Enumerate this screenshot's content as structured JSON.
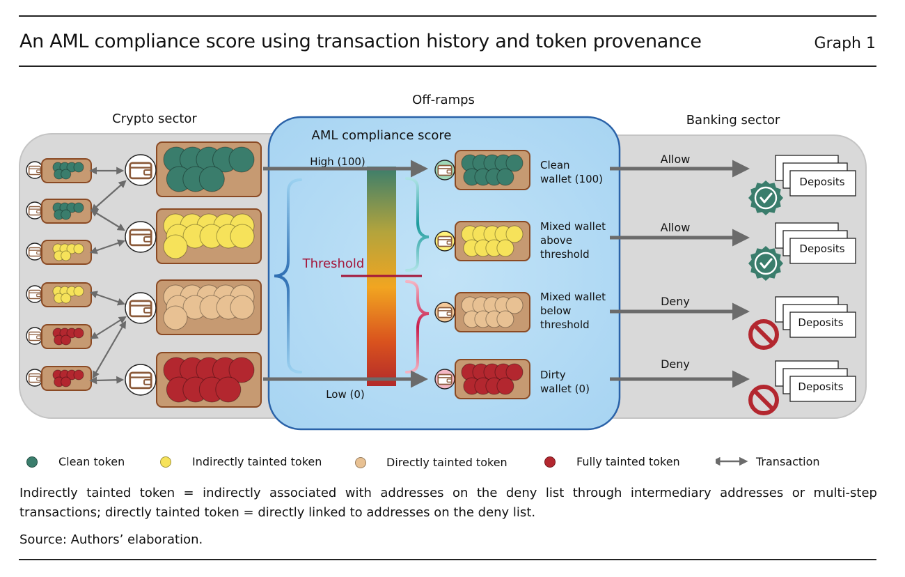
{
  "title": "An AML compliance score using transaction history and token provenance",
  "graph_label": "Graph 1",
  "diagram": {
    "crypto_label": "Crypto sector",
    "offramps_label": "Off-ramps",
    "banking_label": "Banking sector",
    "aml_label": "AML compliance score",
    "high_label": "High (100)",
    "low_label": "Low (0)",
    "threshold_label": "Threshold",
    "outcomes": [
      {
        "wallet_lines": [
          "Clean",
          "wallet (100)"
        ],
        "decision": "Allow",
        "deposit": "Deposits",
        "icon": "check-badge-icon"
      },
      {
        "wallet_lines": [
          "Mixed wallet",
          "above",
          "threshold"
        ],
        "decision": "Allow",
        "deposit": "Deposits",
        "icon": "check-badge-icon"
      },
      {
        "wallet_lines": [
          "Mixed wallet",
          "below",
          "threshold"
        ],
        "decision": "Deny",
        "deposit": "Deposits",
        "icon": "prohibited-icon"
      },
      {
        "wallet_lines": [
          "Dirty",
          "wallet (0)"
        ],
        "decision": "Deny",
        "deposit": "Deposits",
        "icon": "prohibited-icon"
      }
    ]
  },
  "legend": {
    "clean": "Clean token",
    "indirect": "Indirectly tainted token",
    "direct": "Directly tainted token",
    "full": "Fully tainted token",
    "transaction": "Transaction"
  },
  "colors": {
    "clean": "#3a7d6c",
    "indirect": "#f6e25a",
    "direct": "#e8c193",
    "full": "#b3272f",
    "brown_box": "#c69a72",
    "aml_panel": "#a7d4f2",
    "sector_panel": "#d9d9d9",
    "threshold": "#a3163a"
  },
  "note": "Indirectly tainted token = indirectly associated with addresses on the deny list through intermediary addresses or multi-step transactions; directly tainted token = directly linked to addresses on the deny list.",
  "source": "Source: Authors’ elaboration."
}
